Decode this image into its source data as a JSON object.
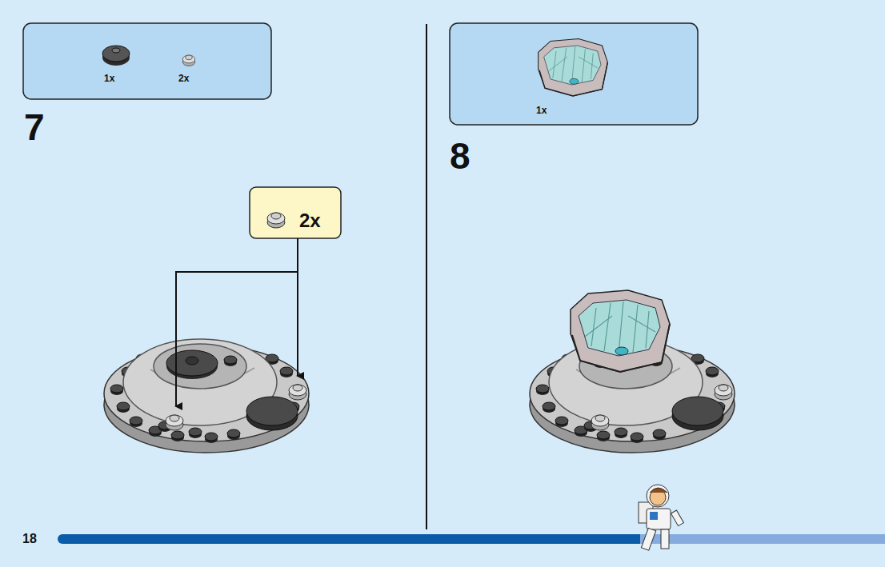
{
  "diagram": {
    "nodes": [
      {
        "text": [
          "1x",
          "2x"
        ]
      },
      {
        "text": [
          "2x"
        ]
      },
      {
        "text": [
          "1x"
        ]
      }
    ],
    "labels": [
      "7",
      "8",
      "18"
    ]
  }
}
